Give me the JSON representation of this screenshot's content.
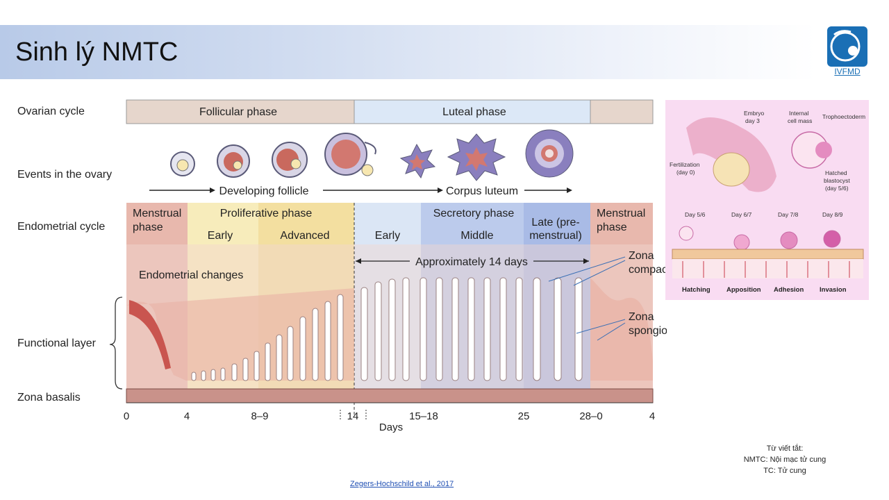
{
  "slide": {
    "title": "Sinh lý NMTC",
    "logo_text": "IVFMD",
    "citation": "Zegers-Hochschild et al., 2017",
    "abbreviations": {
      "heading": "Từ viết tắt:",
      "items": [
        "NMTC: Nội mạc tử cung",
        "TC: Tử cung"
      ]
    }
  },
  "diagram": {
    "row_labels": {
      "ovarian_cycle": "Ovarian cycle",
      "events_ovary": "Events in the ovary",
      "endometrial_cycle": "Endometrial cycle",
      "functional_layer": "Functional layer",
      "zona_basalis": "Zona basalis"
    },
    "ovarian_phases": {
      "follicular": "Follicular phase",
      "luteal": "Luteal phase"
    },
    "ovary_events": {
      "developing_follicle": "Developing follicle",
      "corpus_luteum": "Corpus luteum"
    },
    "endometrial_phases": {
      "menstrual_1": "Menstrual",
      "menstrual_2": "phase",
      "proliferative": "Proliferative phase",
      "prolif_early": "Early",
      "prolif_advanced": "Advanced",
      "secretory": "Secretory phase",
      "sec_early": "Early",
      "sec_middle": "Middle",
      "late_1": "Late (pre-",
      "late_2": "menstrual)",
      "menstrual_end_1": "Menstrual",
      "menstrual_end_2": "phase"
    },
    "annotations": {
      "endometrial_changes": "Endometrial changes",
      "approx_14_days": "Approximately 14 days",
      "zona_compacta_1": "Zona",
      "zona_compacta_2": "compac",
      "zona_spongiosa_1": "Zona",
      "zona_spongiosa_2": "spongiosa"
    },
    "x_ticks": [
      "0",
      "4",
      "8–9",
      "14",
      "15–18",
      "25",
      "28–0",
      "4"
    ],
    "x_axis_label": "Days"
  },
  "inset": {
    "labels": {
      "embryo_1": "Embryo",
      "embryo_2": "day 3",
      "inner_1": "Internal",
      "inner_2": "cell mass",
      "trophectoderm": "Trophoectoderm",
      "fert_1": "Fertilization",
      "fert_2": "(day 0)",
      "hatched_1": "Hatched",
      "hatched_2": "blastocyst",
      "hatched_3": "(day 5/6)"
    },
    "days": [
      "Day 5/6",
      "Day 6/7",
      "Day 7/8",
      "Day 8/9"
    ],
    "stages": [
      "Hatching",
      "Apposition",
      "Adhesion",
      "Invasion"
    ]
  },
  "colors": {
    "menstrual": "#e8b8ad",
    "proliferative": "#f5e6a6",
    "secretory_early": "#dbe6f5",
    "secretory_mid": "#b6c7ea",
    "late": "#a9bbe6",
    "basalis": "#c9928a",
    "gland": "#ffffff",
    "accent_blue": "#1a6fb5"
  }
}
